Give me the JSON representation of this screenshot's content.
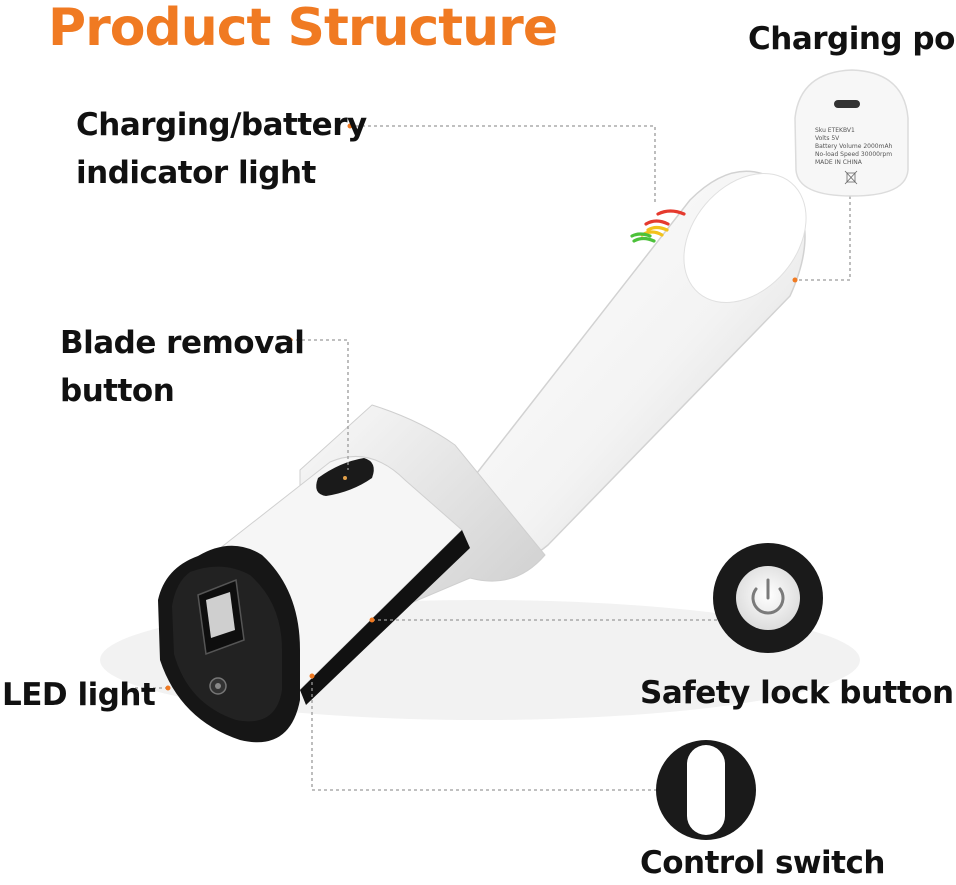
{
  "title": "Product Structure",
  "colors": {
    "title": "#F07A22",
    "label": "#111111",
    "leader": "#9a9a9a",
    "led_red": "#E53A2E",
    "led_yellow": "#F2C21B",
    "led_green": "#4CC13A"
  },
  "labels": {
    "charging_port": "Charging port",
    "indicator_line1": "Charging/battery",
    "indicator_line2": "indicator light",
    "blade_line1": "Blade removal",
    "blade_line2": "button",
    "led_light": "LED light",
    "safety_lock": "Safety lock button",
    "control_switch": "Control switch"
  },
  "port_specs": [
    "Sku ETEKBV1",
    "Volts 5V",
    "Battery Volume 2000mAh",
    "No-load Speed 30000rpm",
    "MADE IN CHINA"
  ],
  "icons": [
    "power-icon",
    "switch-icon",
    "usb-c-port-icon",
    "weee-bin-icon"
  ]
}
